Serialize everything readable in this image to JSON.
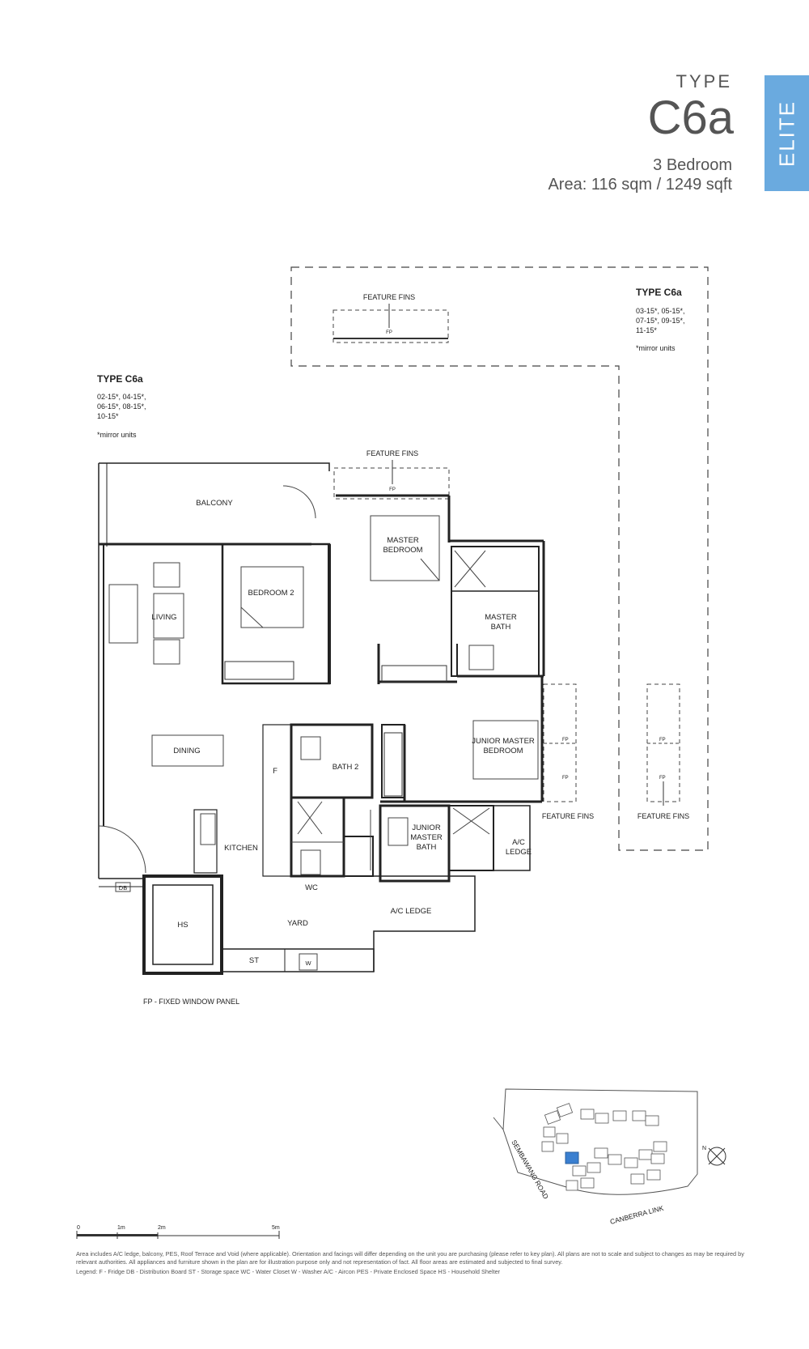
{
  "header": {
    "type_label": "TYPE",
    "unit_code": "C6a",
    "bedrooms": "3 Bedroom",
    "area": "Area: 116 sqm / 1249 sqft",
    "tab": "ELITE",
    "tab_color": "#6aaadf"
  },
  "left_block": {
    "title": "TYPE C6a",
    "units_line1": "02-15*, 04-15*,",
    "units_line2": "06-15*, 08-15*,",
    "units_line3": "10-15*",
    "mirror": "*mirror units"
  },
  "right_block": {
    "title": "TYPE C6a",
    "units_line1": "03-15*, 05-15*,",
    "units_line2": "07-15*, 09-15*,",
    "units_line3": "11-15*",
    "mirror": "*mirror units"
  },
  "rooms": {
    "balcony": "BALCONY",
    "master_bedroom_1": "MASTER",
    "master_bedroom_2": "BEDROOM",
    "master_bath_1": "MASTER",
    "master_bath_2": "BATH",
    "bedroom2": "BEDROOM 2",
    "living": "LIVING",
    "dining": "DINING",
    "kitchen": "KITCHEN",
    "bath2": "BATH 2",
    "junior_master_1": "JUNIOR MASTER",
    "junior_master_2": "BEDROOM",
    "junior_bath_1": "JUNIOR",
    "junior_bath_2": "MASTER",
    "junior_bath_3": "BATH",
    "ac_ledge_small_1": "A/C",
    "ac_ledge_small_2": "LEDGE",
    "ac_ledge": "A/C LEDGE",
    "wc": "WC",
    "yard": "YARD",
    "hs": "HS",
    "st": "ST",
    "db": "DB",
    "f": "F",
    "w": "W",
    "fp": "FP"
  },
  "fins": {
    "top": "FEATURE FINS",
    "mid": "FEATURE FINS",
    "right1": "FEATURE FINS",
    "right2": "FEATURE FINS"
  },
  "fp_legend": "FP - FIXED WINDOW PANEL",
  "site_plan": {
    "road1": "SEMBAWANG ROAD",
    "road2": "CANBERRA LINK",
    "highlight_color": "#3a7fd0",
    "north": "N"
  },
  "scale": {
    "zero": "0",
    "one": "1m",
    "two": "2m",
    "five": "5m"
  },
  "footer": {
    "note": "Area includes A/C ledge, balcony, PES, Roof Terrace and Void (where applicable). Orientation and facings will differ depending on the unit you are purchasing (please refer to key plan). All plans are not to scale and subject to changes as may be required by relevant authorities. All appliances and furniture shown in the plan are for illustration purpose only and not representation of fact. All floor areas are estimated and subjected to final survey.",
    "legend": "Legend:   F - Fridge    DB - Distribution Board    ST - Storage space    WC - Water Closet    W - Washer    A/C - Aircon    PES - Private Enclosed Space    HS - Household Shelter"
  }
}
